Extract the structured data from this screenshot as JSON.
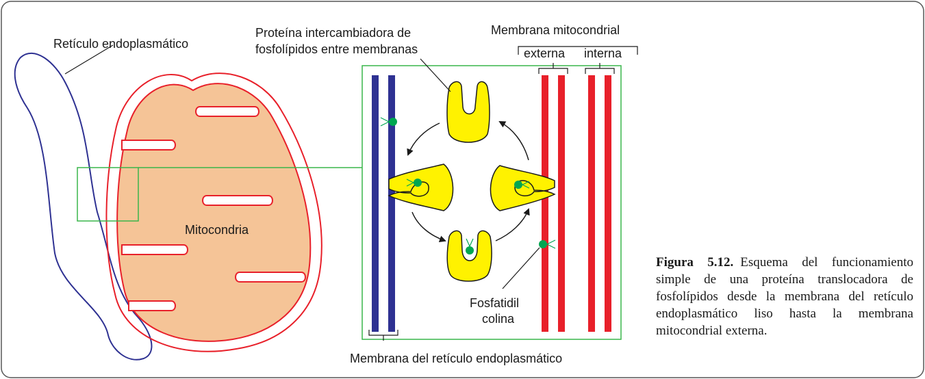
{
  "labels": {
    "er": "Retículo endoplasmático",
    "mito": "Mitocondria",
    "protein_line1": "Proteína intercambiadora de",
    "protein_line2": "fosfolípidos entre membranas",
    "mito_membrane": "Membrana mitocondrial",
    "outer": "externa",
    "inner": "interna",
    "pc_line1": "Fosfatidil",
    "pc_line2": "colina",
    "er_membrane": "Membrana del retículo endoplasmático"
  },
  "caption": {
    "figure_label": "Figura 5.12.",
    "text": "Esquema del funcionamiento simple de una proteína translocadora de fosfolípidos desde la membrana del retículo endoplasmático liso hasta la membrana mitocondrial externa."
  },
  "colors": {
    "er_membrane": "#2e3192",
    "mito_membrane": "#e8202a",
    "mito_fill": "#f5c497",
    "protein_fill": "#fff200",
    "phospholipid": "#00a651",
    "zoom_box": "#39b54a"
  }
}
